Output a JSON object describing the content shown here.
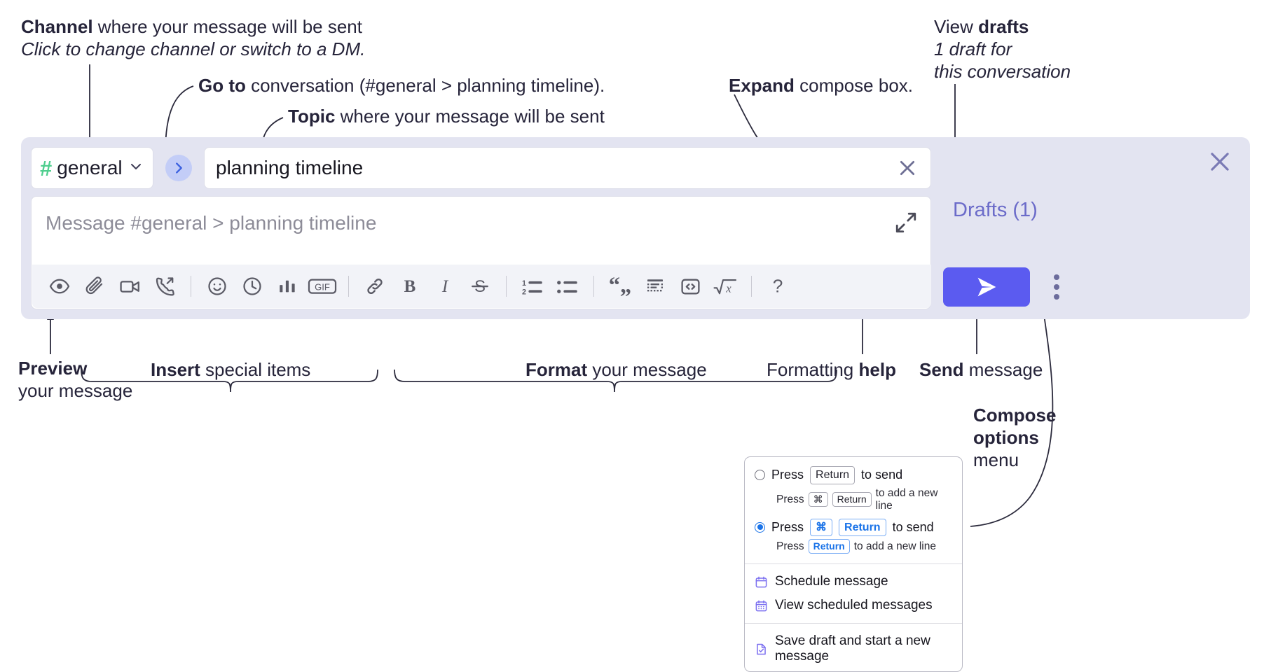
{
  "annotations": {
    "channel": {
      "bold": "Channel",
      "rest": " where your message will be sent",
      "sub": "Click to change channel or switch to a DM."
    },
    "goto": {
      "bold": "Go to",
      "rest": " conversation (#general > planning timeline)."
    },
    "topic": {
      "bold": "Topic",
      "rest": " where your message will be sent"
    },
    "expand": {
      "bold": "Expand",
      "rest": " compose box."
    },
    "drafts": {
      "pre": "View ",
      "bold": "drafts",
      "sub1": "1 draft for",
      "sub2": "this conversation"
    },
    "preview": {
      "bold": "Preview",
      "sub": "your message"
    },
    "insert": {
      "bold": "Insert",
      "rest": " special items"
    },
    "format": {
      "bold": "Format",
      "rest": " your message"
    },
    "help": {
      "pre": "Formatting ",
      "bold": "help"
    },
    "send": {
      "bold": "Send",
      "rest": " message"
    },
    "compose_options": {
      "bold1": "Compose",
      "bold2": "options",
      "rest": "menu"
    }
  },
  "compose": {
    "channel": {
      "hash": "#",
      "name": "general",
      "caret_icon": "chevron-down-icon"
    },
    "goto_icon": "chevron-right-icon",
    "topic": {
      "value": "planning timeline",
      "clear_icon": "close-icon"
    },
    "message": {
      "placeholder": "Message #general > planning timeline",
      "value": ""
    },
    "expand_icon": "expand-diagonal-icon",
    "close_icon": "close-icon",
    "drafts_label": "Drafts (1)",
    "send_icon": "paper-plane-icon",
    "kebab_icon": "more-vertical-icon",
    "toolbar": [
      {
        "name": "preview-icon",
        "label": "Preview"
      },
      {
        "name": "paperclip-icon",
        "label": "Attach file"
      },
      {
        "name": "video-camera-icon",
        "label": "Record video clip"
      },
      {
        "name": "phone-forward-icon",
        "label": "Huddle"
      },
      {
        "name": "separator",
        "label": ""
      },
      {
        "name": "emoji-icon",
        "label": "Emoji"
      },
      {
        "name": "clock-icon",
        "label": "Reminder"
      },
      {
        "name": "bar-chart-icon",
        "label": "Poll"
      },
      {
        "name": "gif-icon",
        "label": "GIF"
      },
      {
        "name": "separator",
        "label": ""
      },
      {
        "name": "link-icon",
        "label": "Link"
      },
      {
        "name": "bold-icon",
        "label": "B"
      },
      {
        "name": "italic-icon",
        "label": "I"
      },
      {
        "name": "strikethrough-icon",
        "label": "S"
      },
      {
        "name": "separator",
        "label": ""
      },
      {
        "name": "ordered-list-icon",
        "label": "Ordered list"
      },
      {
        "name": "bulleted-list-icon",
        "label": "Bulleted list"
      },
      {
        "name": "separator",
        "label": ""
      },
      {
        "name": "blockquote-icon",
        "label": "Blockquote"
      },
      {
        "name": "code-block-icon",
        "label": "Code block"
      },
      {
        "name": "code-snippet-icon",
        "label": "Code"
      },
      {
        "name": "math-icon",
        "label": "Math"
      },
      {
        "name": "separator",
        "label": ""
      },
      {
        "name": "help-icon",
        "label": "?"
      }
    ]
  },
  "options_menu": {
    "option_return": {
      "selected": false,
      "press": "Press",
      "key": "Return",
      "to_send": "to send",
      "sub_press": "Press",
      "sub_key1": "⌘",
      "sub_key2": "Return",
      "sub_tail": "to add a new line"
    },
    "option_cmd_return": {
      "selected": true,
      "press": "Press",
      "key1": "⌘",
      "key2": "Return",
      "to_send": "to send",
      "sub_press": "Press",
      "sub_key": "Return",
      "sub_tail": "to add a new line"
    },
    "items": [
      {
        "icon": "calendar-clock-icon",
        "label": "Schedule message"
      },
      {
        "icon": "calendar-grid-icon",
        "label": "View scheduled messages"
      },
      {
        "icon": "file-check-icon",
        "label": "Save draft and start a new message"
      }
    ]
  },
  "colors": {
    "panel_bg": "#e3e4f1",
    "accent": "#5b5bf0",
    "channel_hash": "#4fce8e",
    "goto_bg": "#c3cdf7",
    "drafts_text": "#6b6bc9",
    "radio_blue": "#1a73e8",
    "menu_icon": "#7b6ff0"
  }
}
